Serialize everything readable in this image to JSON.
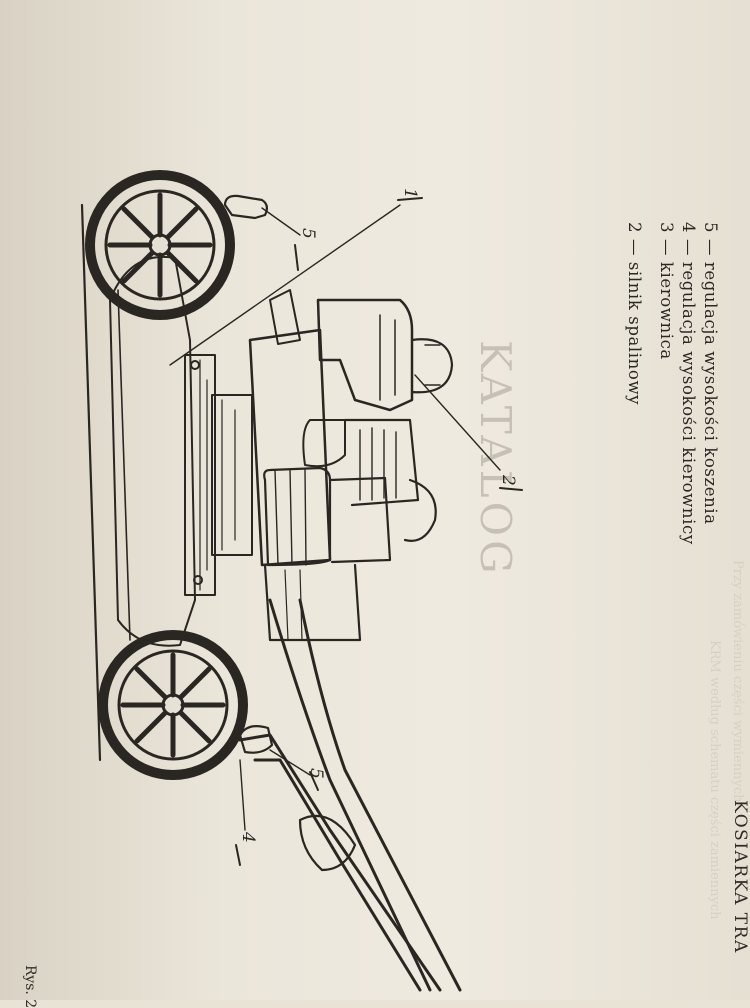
{
  "legend": [
    "2 — silnik spalinowy",
    "3 — kierownica",
    "4 — regulacja wysokości kierownicy",
    "5 — regulacja wysokości koszenia"
  ],
  "figure_numbers": [
    "1",
    "2",
    "4",
    "5",
    "5"
  ],
  "caption": "KOSIARKA TRA",
  "figure_label": "Rys. 2",
  "bleed_heading": "KATALOG",
  "bleed_text_1": "Przy zamówieniu części wymiennych",
  "bleed_text_2": "KRM według schematu części zamiennych"
}
